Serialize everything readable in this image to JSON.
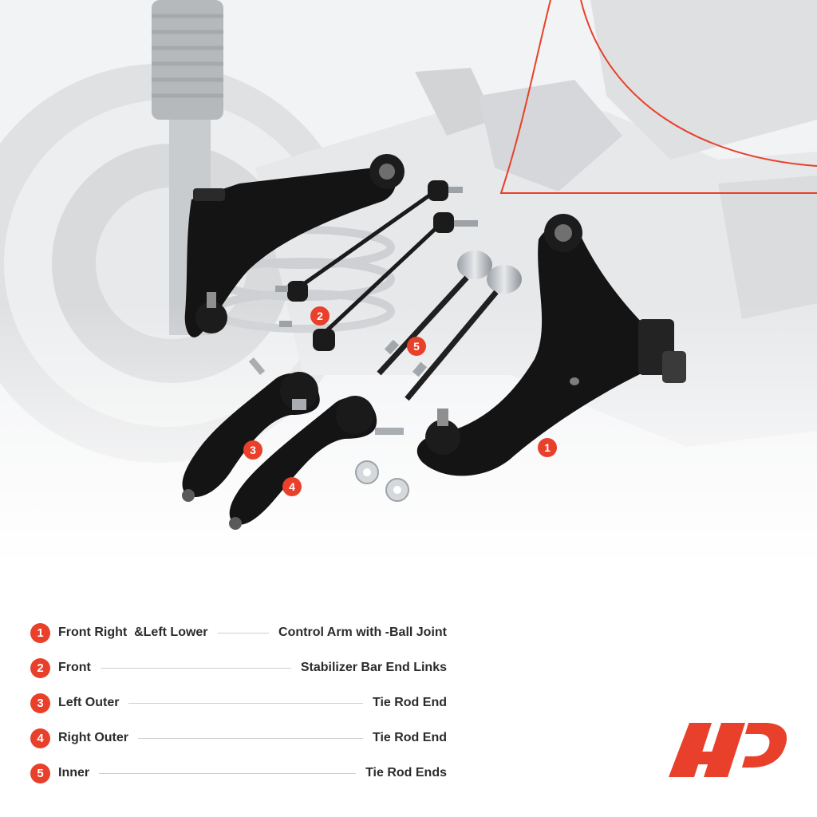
{
  "colors": {
    "accent": "#e8402a",
    "text": "#2b2b2b",
    "divider": "#cfcfcf",
    "part": "#141414",
    "background_photo": "#cfd2d6"
  },
  "callouts": [
    {
      "num": "1",
      "part": "control-arm"
    },
    {
      "num": "2",
      "part": "stabilizer-bar-end-link"
    },
    {
      "num": "3",
      "part": "left-outer-tie-rod-end"
    },
    {
      "num": "4",
      "part": "right-outer-tie-rod-end"
    },
    {
      "num": "5",
      "part": "inner-tie-rod-end"
    }
  ],
  "legend": [
    {
      "num": "1",
      "label": "Front Right  &Left Lower",
      "desc": "Control Arm with -Ball Joint"
    },
    {
      "num": "2",
      "label": "Front",
      "desc": "Stabilizer Bar End Links"
    },
    {
      "num": "3",
      "label": "Left Outer",
      "desc": "Tie Rod End"
    },
    {
      "num": "4",
      "label": "Right Outer",
      "desc": "Tie Rod End"
    },
    {
      "num": "5",
      "label": "Inner",
      "desc": "Tie Rod Ends"
    }
  ],
  "logo": {
    "icon": "ap-brand-logo"
  }
}
